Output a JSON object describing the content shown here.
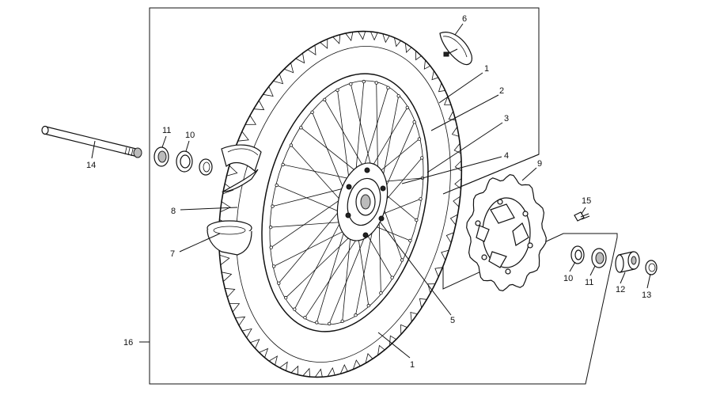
{
  "callouts": {
    "c1a": "1",
    "c1b": "1",
    "c2": "2",
    "c3": "3",
    "c4": "4",
    "c5": "5",
    "c6": "6",
    "c7": "7",
    "c8": "8",
    "c9": "9",
    "c10a": "10",
    "c10b": "10",
    "c11a": "11",
    "c11b": "11",
    "c12": "12",
    "c13": "13",
    "c14": "14",
    "c15": "15",
    "c16": "16"
  }
}
